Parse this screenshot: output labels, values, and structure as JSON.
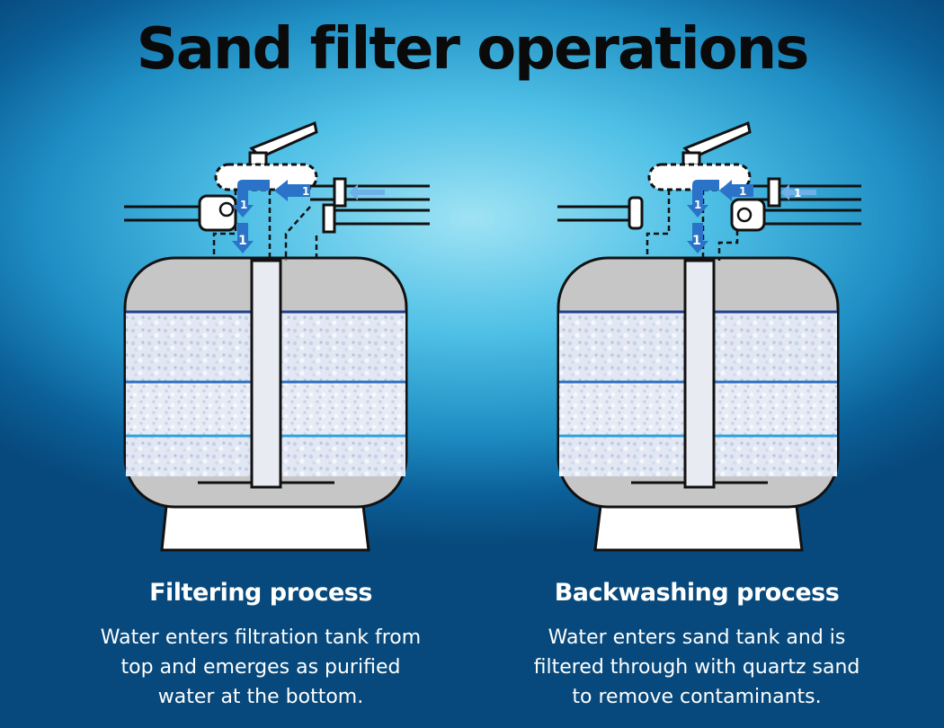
{
  "title": "Sand filter operations",
  "flow_marker": "1",
  "panels": [
    {
      "heading": "Filtering process",
      "description_lines": [
        "Water enters filtration tank from",
        "top and emerges as purified",
        "water at the bottom."
      ]
    },
    {
      "heading": "Backwashing process",
      "description_lines": [
        "Water enters sand tank and is",
        "filtered through with quartz sand",
        "to remove contaminants."
      ]
    }
  ],
  "colors": {
    "sand_fill": "#dfe6f2",
    "tank_shell": "#c8c8c8",
    "layer_line_dark": "#1f3f8f",
    "layer_line_light": "#2f8fd4",
    "arrow": "#2a73c8"
  }
}
